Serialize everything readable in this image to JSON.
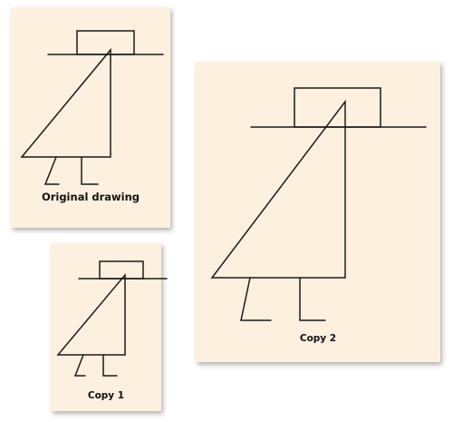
{
  "cards": {
    "original": {
      "caption": "Original drawing"
    },
    "copy1": {
      "caption": "Copy 1"
    },
    "copy2": {
      "caption": "Copy 2"
    }
  }
}
